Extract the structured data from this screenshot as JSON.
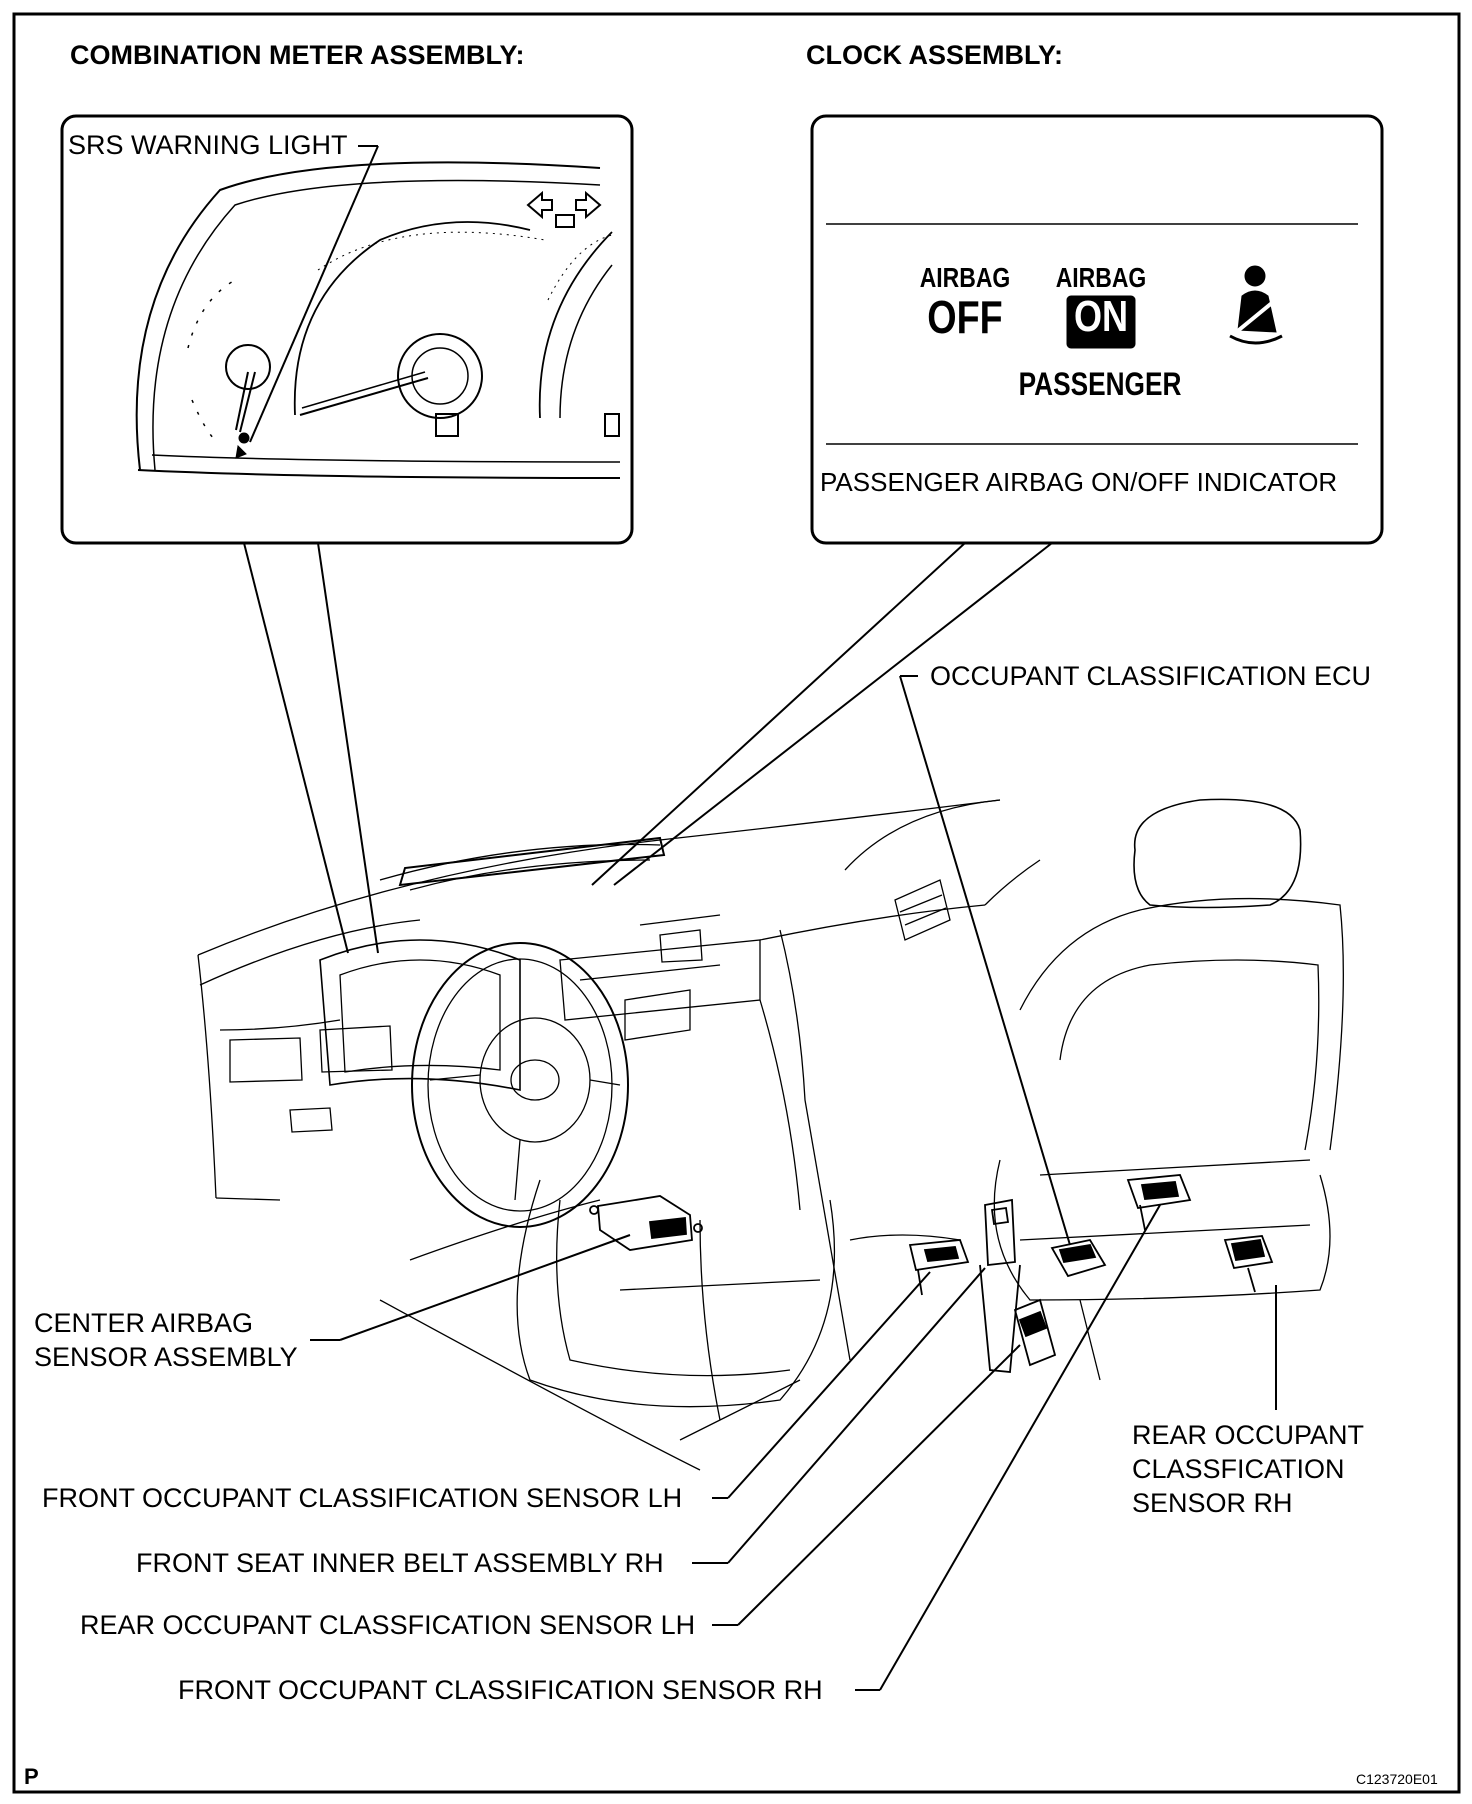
{
  "headers": {
    "combination_meter": "COMBINATION METER ASSEMBLY:",
    "clock": "CLOCK ASSEMBLY:"
  },
  "meter_panel": {
    "srs_warning_light": "SRS WARNING LIGHT"
  },
  "clock_panel": {
    "airbag_off_top": "AIRBAG",
    "airbag_off_bottom": "OFF",
    "airbag_on_top": "AIRBAG",
    "airbag_on_bottom": "ON",
    "passenger": "PASSENGER",
    "indicator_caption": "PASSENGER AIRBAG ON/OFF INDICATOR"
  },
  "labels": {
    "occupant_ecu": "OCCUPANT CLASSIFICATION ECU",
    "center_airbag_line1": "CENTER AIRBAG",
    "center_airbag_line2": "SENSOR ASSEMBLY",
    "front_sensor_lh": "FRONT OCCUPANT CLASSIFICATION SENSOR LH",
    "front_belt_rh": "FRONT SEAT INNER BELT ASSEMBLY RH",
    "rear_sensor_lh": "REAR OCCUPANT CLASSFICATION SENSOR LH",
    "front_sensor_rh": "FRONT OCCUPANT CLASSIFICATION SENSOR RH",
    "rear_sensor_rh_line1": "REAR OCCUPANT",
    "rear_sensor_rh_line2": "CLASSFICATION",
    "rear_sensor_rh_line3": "SENSOR RH"
  },
  "corner": {
    "page_letter": "P",
    "figure_code": "C123720E01"
  }
}
